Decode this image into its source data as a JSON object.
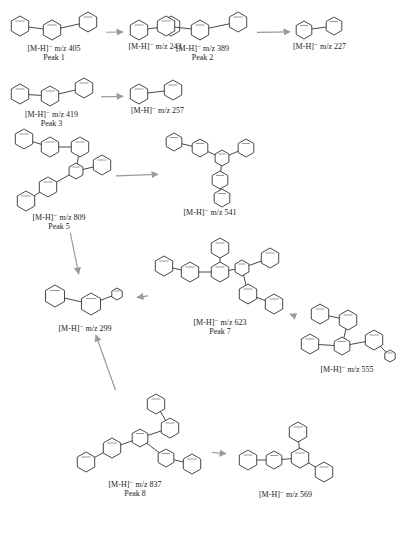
{
  "diagram": {
    "nodes": [
      {
        "text": [
          "[M-H]⁻ m/z 405",
          "Peak 1"
        ]
      },
      {
        "text": [
          "[M-H]⁻ m/z 243"
        ]
      },
      {
        "text": [
          "[M-H]⁻ m/z 389",
          "Peak 2"
        ]
      },
      {
        "text": [
          "[M-H]⁻ m/z 227"
        ]
      },
      {
        "text": [
          "[M-H]⁻ m/z 419",
          "Peak 3"
        ]
      },
      {
        "text": [
          "[M-H]⁻ m/z 257"
        ]
      },
      {
        "text": [
          "[M-H]⁻ m/z 809",
          "Peak 5"
        ]
      },
      {
        "text": [
          "[M-H]⁻ m/z 541"
        ]
      },
      {
        "text": [
          "[M-H]⁻ m/z 623",
          "Peak 7"
        ]
      },
      {
        "text": [
          "[M-H]⁻ m/z 299"
        ]
      },
      {
        "text": [
          "[M-H]⁻ m/z 555"
        ]
      },
      {
        "text": [
          "[M-H]⁻ m/z 837",
          "Peak 8"
        ]
      },
      {
        "text": [
          "[M-H]⁻ m/z 569"
        ]
      }
    ],
    "edges": [
      {
        "from": 0,
        "to": 1,
        "arrow": "to"
      },
      {
        "from": 2,
        "to": 3,
        "arrow": "to"
      },
      {
        "from": 4,
        "to": 5,
        "arrow": "to"
      },
      {
        "from": 6,
        "to": 7,
        "arrow": "to"
      },
      {
        "from": 6,
        "to": 9,
        "arrow": "to"
      },
      {
        "from": 8,
        "to": 9,
        "arrow": "to"
      },
      {
        "from": 8,
        "to": 10,
        "arrow": "to"
      },
      {
        "from": 11,
        "to": 9,
        "arrow": "to"
      },
      {
        "from": 11,
        "to": 12,
        "arrow": "to"
      }
    ]
  }
}
